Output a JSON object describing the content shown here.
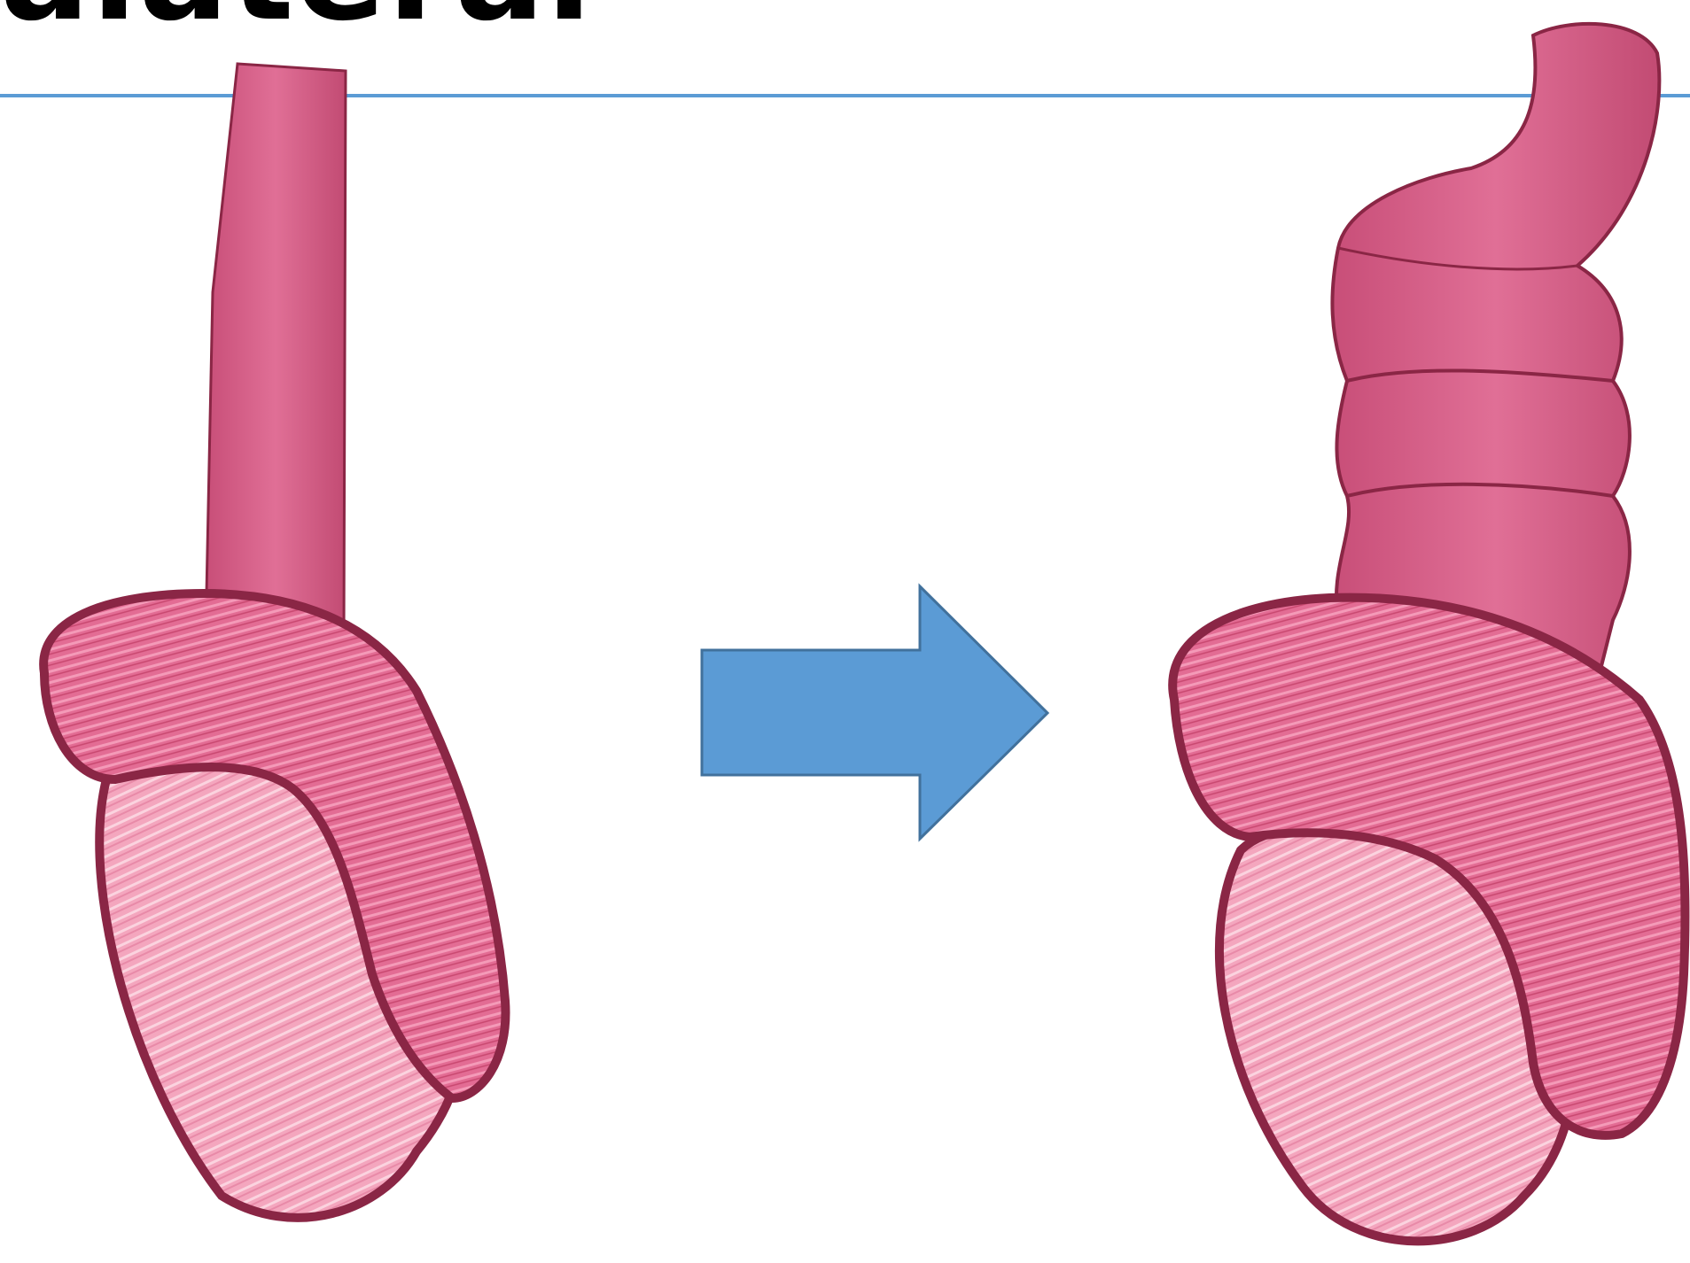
{
  "slide": {
    "title_fragment": "alateral",
    "accent_color": "#5B9BD5",
    "tissue_colors": {
      "outline": "#8A2645",
      "cord": "#D9628A",
      "epididymis": "#E36C94",
      "testis": "#F4A6BE",
      "testis_highlight": "#FBD3DF"
    }
  },
  "diagram": {
    "left_figure": "normal-testis-illustration",
    "arrow": "right-arrow-icon",
    "right_figure": "varicocele-testis-illustration"
  }
}
